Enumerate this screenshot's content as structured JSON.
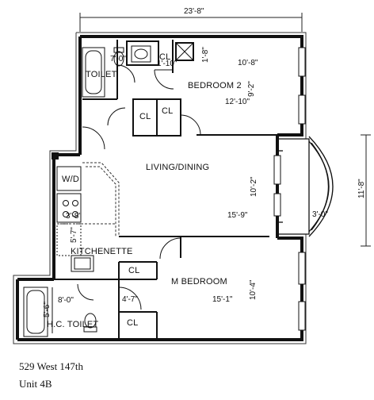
{
  "rooms": {
    "toilet": "TOILET",
    "bedroom2": "BEDROOM 2",
    "living_dining": "LIVING/DINING",
    "kitchenette": "KITCHENETTE",
    "m_bedroom": "M BEDROOM",
    "hc_toilet": "H.C. TOILET",
    "wd": "W/D",
    "closet_label": "CL"
  },
  "dimensions": {
    "overall_width": "23'-8\"",
    "bay_depth": "11'-8\"",
    "bay_width": "3'-0\"",
    "bed2_width": "10'-8\"",
    "bed2_width_b": "12'-10\"",
    "bed2_depth": "9'-2\"",
    "living_width": "15'-9\"",
    "living_depth": "10'-2\"",
    "mbed_width": "15'-1\"",
    "mbed_depth": "10'-4\"",
    "kitchen_width": "3'-8\"",
    "kitchen_depth": "5'-7\"",
    "toilet_width": "7'-0\"",
    "hall_closet": "1'-10\"",
    "bath_small": "1'-8\"",
    "hc_width": "8'-0\"",
    "hc_depth": "5'-6\"",
    "cl_width": "4'-7\""
  },
  "caption": {
    "address": "529 West 147th",
    "unit": "Unit 4B"
  }
}
